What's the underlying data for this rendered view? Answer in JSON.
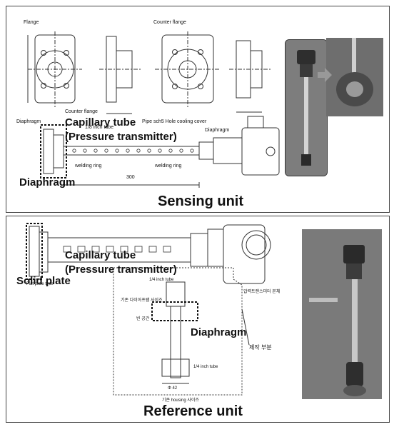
{
  "sensing": {
    "caption": "Sensing unit",
    "label_capillary_1": "Capillary tube",
    "label_capillary_2": "(Pressure transmitter)",
    "label_diaphragm": "Diaphragm",
    "small": {
      "flange": "Flange",
      "counter_flange": "Counter flange",
      "diaphragm_left": "Diaphragm",
      "counter_flange_2": "Counter flange",
      "tube": "1/8 inch tube",
      "cooling": "Pipe sch5 Hole cooling cover",
      "diaphragm_right": "Diaphragm",
      "welding1": "welding ring",
      "welding2": "welding ring",
      "dim_300": "300"
    }
  },
  "reference": {
    "caption": "Reference unit",
    "label_capillary_1": "Capillary tube",
    "label_capillary_2": "(Pressure transmitter)",
    "label_solid": "Solid plate",
    "label_diaphragm": "Diaphragm",
    "small": {
      "flat_plate": "Flat plate type",
      "quarter_tube": "1/4 inch tube",
      "korean_1": "기존 다이아프램 사이즈",
      "korean_2": "빈 공간",
      "korean_3": "압력트랜스미터 본체",
      "korean_4": "제작 부분",
      "quarter_tube_2": "1/4 inch tube",
      "housing": "기존 housing 사이즈",
      "phi42": "Φ 42"
    }
  },
  "colors": {
    "border": "#444444",
    "line": "#333333",
    "photo_bg": "#8a8a8a"
  }
}
